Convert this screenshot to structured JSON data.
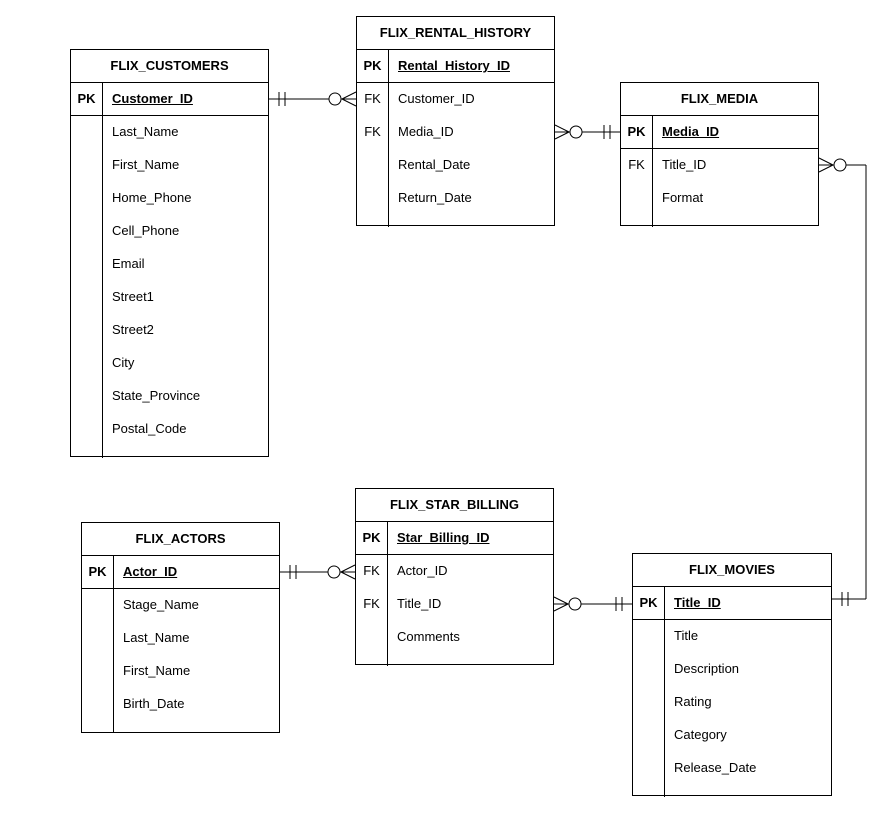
{
  "entities": {
    "customers": {
      "title": "FLIX_CUSTOMERS",
      "pk": {
        "key": "PK",
        "name": "Customer_ID"
      },
      "fields": [
        {
          "key": "",
          "name": "Last_Name"
        },
        {
          "key": "",
          "name": "First_Name"
        },
        {
          "key": "",
          "name": "Home_Phone"
        },
        {
          "key": "",
          "name": "Cell_Phone"
        },
        {
          "key": "",
          "name": "Email"
        },
        {
          "key": "",
          "name": "Street1"
        },
        {
          "key": "",
          "name": "Street2"
        },
        {
          "key": "",
          "name": "City"
        },
        {
          "key": "",
          "name": "State_Province"
        },
        {
          "key": "",
          "name": "Postal_Code"
        }
      ]
    },
    "rental_history": {
      "title": "FLIX_RENTAL_HISTORY",
      "pk": {
        "key": "PK",
        "name": "Rental_History_ID"
      },
      "fields": [
        {
          "key": "FK",
          "name": "Customer_ID"
        },
        {
          "key": "FK",
          "name": "Media_ID"
        },
        {
          "key": "",
          "name": "Rental_Date"
        },
        {
          "key": "",
          "name": "Return_Date"
        }
      ]
    },
    "media": {
      "title": "FLIX_MEDIA",
      "pk": {
        "key": "PK",
        "name": "Media_ID"
      },
      "fields": [
        {
          "key": "FK",
          "name": "Title_ID"
        },
        {
          "key": "",
          "name": "Format"
        }
      ]
    },
    "star_billing": {
      "title": "FLIX_STAR_BILLING",
      "pk": {
        "key": "PK",
        "name": "Star_Billing_ID"
      },
      "fields": [
        {
          "key": "FK",
          "name": "Actor_ID"
        },
        {
          "key": "FK",
          "name": "Title_ID"
        },
        {
          "key": "",
          "name": "Comments"
        }
      ]
    },
    "actors": {
      "title": "FLIX_ACTORS",
      "pk": {
        "key": "PK",
        "name": "Actor_ID"
      },
      "fields": [
        {
          "key": "",
          "name": "Stage_Name"
        },
        {
          "key": "",
          "name": "Last_Name"
        },
        {
          "key": "",
          "name": "First_Name"
        },
        {
          "key": "",
          "name": "Birth_Date"
        }
      ]
    },
    "movies": {
      "title": "FLIX_MOVIES",
      "pk": {
        "key": "PK",
        "name": "Title_ID"
      },
      "fields": [
        {
          "key": "",
          "name": "Title"
        },
        {
          "key": "",
          "name": "Description"
        },
        {
          "key": "",
          "name": "Rating"
        },
        {
          "key": "",
          "name": "Category"
        },
        {
          "key": "",
          "name": "Release_Date"
        }
      ]
    }
  },
  "relationships": [
    {
      "from": "customers",
      "from_end": "one-mandatory",
      "to": "rental_history",
      "to_end": "many-optional"
    },
    {
      "from": "rental_history",
      "from_end": "many-optional",
      "to": "media",
      "to_end": "one-mandatory"
    },
    {
      "from": "media",
      "from_end": "many-optional",
      "to": "movies",
      "to_end": "one-mandatory"
    },
    {
      "from": "actors",
      "from_end": "one-mandatory",
      "to": "star_billing",
      "to_end": "many-optional"
    },
    {
      "from": "star_billing",
      "from_end": "many-optional",
      "to": "movies",
      "to_end": "one-mandatory"
    }
  ]
}
